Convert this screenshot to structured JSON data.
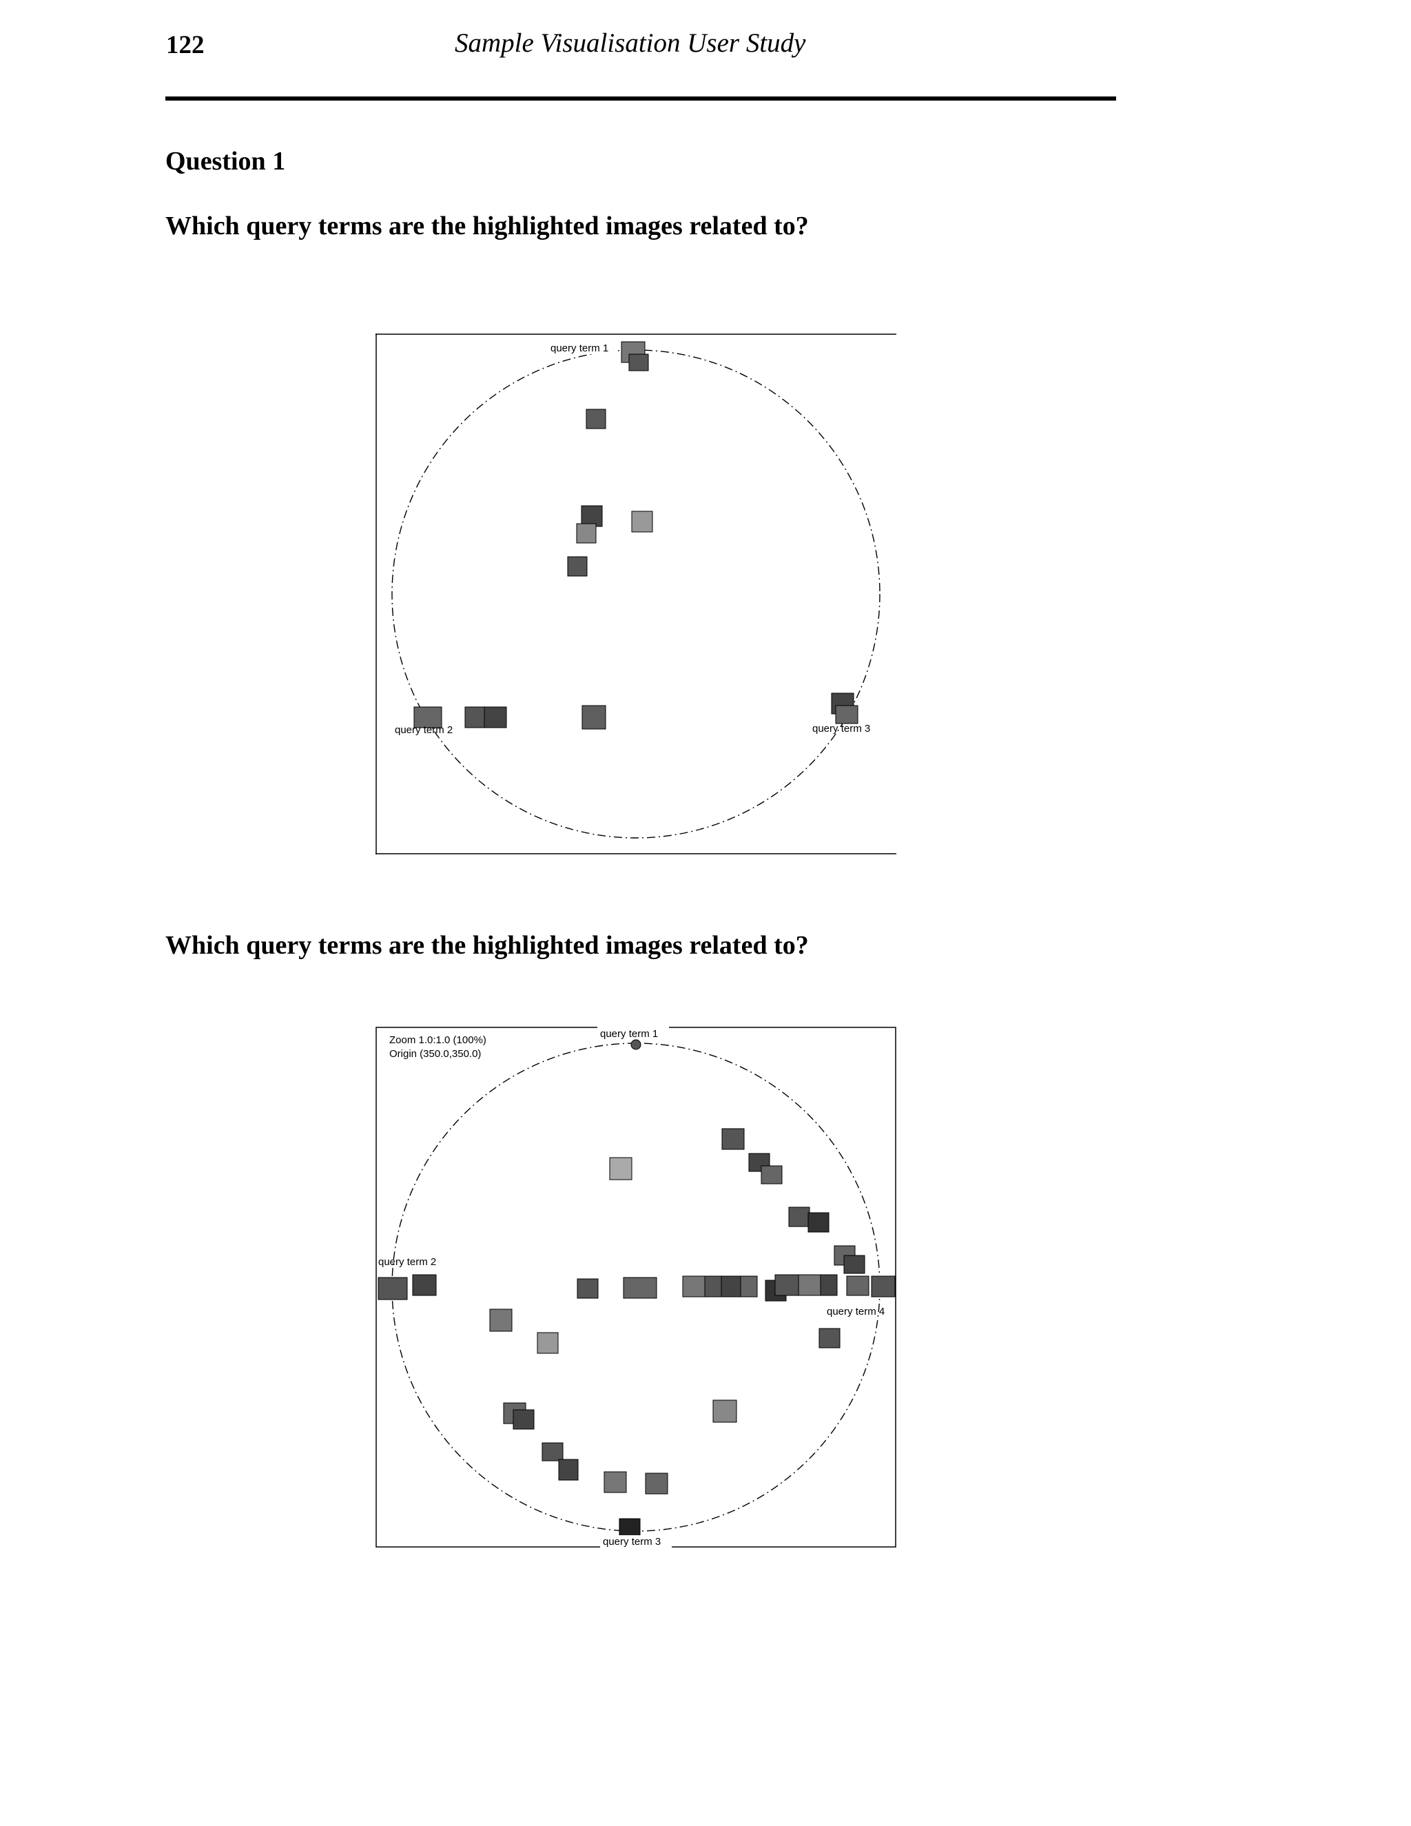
{
  "header": {
    "page_number": "122",
    "running_title": "Sample Visualisation User Study"
  },
  "question": {
    "heading": "Question 1",
    "prompt_1": "Which query terms are the highlighted images related to?",
    "prompt_2": "Which query terms are the highlighted images related to?"
  },
  "figure_1": {
    "labels": {
      "query_term_1": "query term 1",
      "query_term_2": "query term 2",
      "query_term_3": "query term 3"
    }
  },
  "figure_2": {
    "zoom_text": "Zoom 1.0:1.0 (100%)",
    "origin_text": "Origin (350.0,350.0)",
    "labels": {
      "query_term_1": "query term 1",
      "query_term_2": "query term 2",
      "query_term_3": "query term 3",
      "query_term_4": "query term 4"
    }
  },
  "colors": {
    "text": "#000000",
    "thumbnail_fill": "#6a6a6a",
    "thumbnail_dark": "#2a2a2a"
  }
}
